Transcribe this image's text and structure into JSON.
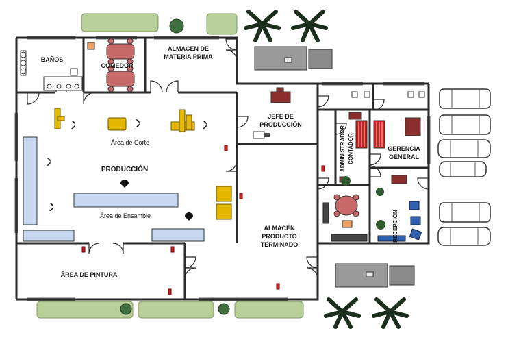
{
  "rooms": {
    "banos": "BAÑOS",
    "comedor": "COMEDOR",
    "almacen_mp_1": "ALMACEN DE",
    "almacen_mp_2": "MATERIA PRIMA",
    "jefe_1": "JEFE DE",
    "jefe_2": "PRODUCCIÓN",
    "admin_1": "ADMINISTRADOR",
    "admin_2": "CONTADOR",
    "gerencia_1": "GERENCIA",
    "gerencia_2": "GENERAL",
    "recepcion": "RECEPCIÓN",
    "area_corte": "Área de Corte",
    "produccion": "PRODUCCIÓN",
    "area_ensamble": "Área de Ensamble",
    "almacen_pt_1": "ALMACÉN",
    "almacen_pt_2": "PRODUCTO",
    "almacen_pt_3": "TERMINADO",
    "area_pintura": "ÁREA DE PINTURA"
  },
  "colors": {
    "wall": "#2a2a2a",
    "hedge": "#b9cf9a",
    "table": "#c96a6a",
    "desk": "#8b2d2d",
    "machine": "#e5b800",
    "bench": "#c8d8f0",
    "truck": "#9a9a9a",
    "extinguisher": "#cc1f1f",
    "plant": "#2f5a2f"
  }
}
